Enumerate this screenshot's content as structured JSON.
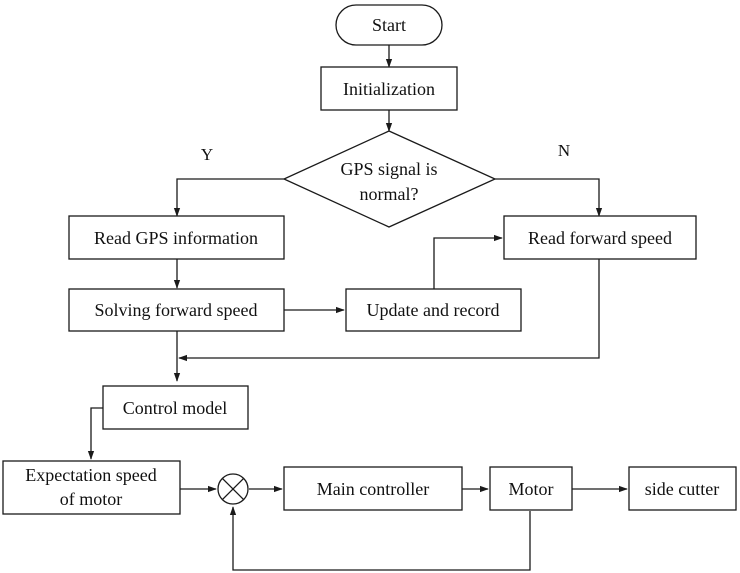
{
  "nodes": {
    "start": "Start",
    "init": "Initialization",
    "gps_check_line1": "GPS signal is",
    "gps_check_line2": "normal?",
    "read_gps": "Read GPS information",
    "read_speed": "Read forward speed",
    "solve_speed": "Solving forward speed",
    "update_record": "Update and record",
    "control_model": "Control model",
    "expectation_line1": "Expectation  speed",
    "expectation_line2": "of motor",
    "main_controller": "Main controller",
    "motor": "Motor",
    "side_cutter": "side cutter"
  },
  "branches": {
    "yes": "Y",
    "no": "N"
  }
}
